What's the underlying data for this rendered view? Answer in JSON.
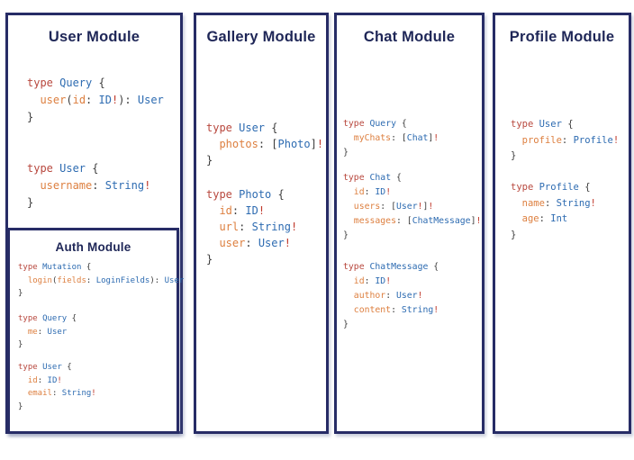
{
  "colors": {
    "panel_border": "#272c66",
    "title_text": "#1e2657",
    "background": "#ffffff",
    "keyword": "#b8483e",
    "type_name": "#2d6bb1",
    "field": "#dd7f3f",
    "punctuation": "#3d3d3d",
    "bang": "#c0392b"
  },
  "modules": [
    {
      "id": "user",
      "title": "User Module",
      "blocks": [
        [
          [
            [
              "type ",
              "k"
            ],
            [
              "Query ",
              "t"
            ],
            [
              "{",
              "p"
            ]
          ],
          [
            [
              "  ",
              "p"
            ],
            [
              "user",
              "f"
            ],
            [
              "(",
              "p"
            ],
            [
              "id",
              "f"
            ],
            [
              ": ",
              "p"
            ],
            [
              "ID",
              "t"
            ],
            [
              "!",
              "b"
            ],
            [
              "): ",
              "p"
            ],
            [
              "User",
              "t"
            ]
          ],
          [
            [
              "}",
              "p"
            ]
          ]
        ],
        [
          [
            [
              "type ",
              "k"
            ],
            [
              "User ",
              "t"
            ],
            [
              "{",
              "p"
            ]
          ],
          [
            [
              "  ",
              "p"
            ],
            [
              "username",
              "f"
            ],
            [
              ": ",
              "p"
            ],
            [
              "String",
              "t"
            ],
            [
              "!",
              "b"
            ]
          ],
          [
            [
              "}",
              "p"
            ]
          ]
        ]
      ]
    },
    {
      "id": "auth",
      "title": "Auth Module",
      "blocks": [
        [
          [
            [
              "type ",
              "k"
            ],
            [
              "Mutation ",
              "t"
            ],
            [
              "{",
              "p"
            ]
          ],
          [
            [
              "  ",
              "p"
            ],
            [
              "login",
              "f"
            ],
            [
              "(",
              "p"
            ],
            [
              "fields",
              "f"
            ],
            [
              ": ",
              "p"
            ],
            [
              "LoginFields",
              "t"
            ],
            [
              "): ",
              "p"
            ],
            [
              "User",
              "t"
            ]
          ],
          [
            [
              "}",
              "p"
            ]
          ]
        ],
        [
          [
            [
              "type ",
              "k"
            ],
            [
              "Query ",
              "t"
            ],
            [
              "{",
              "p"
            ]
          ],
          [
            [
              "  ",
              "p"
            ],
            [
              "me",
              "f"
            ],
            [
              ": ",
              "p"
            ],
            [
              "User",
              "t"
            ]
          ],
          [
            [
              "}",
              "p"
            ]
          ]
        ],
        [
          [
            [
              "type ",
              "k"
            ],
            [
              "User ",
              "t"
            ],
            [
              "{",
              "p"
            ]
          ],
          [
            [
              "  ",
              "p"
            ],
            [
              "id",
              "f"
            ],
            [
              ": ",
              "p"
            ],
            [
              "ID",
              "t"
            ],
            [
              "!",
              "b"
            ]
          ],
          [
            [
              "  ",
              "p"
            ],
            [
              "email",
              "f"
            ],
            [
              ": ",
              "p"
            ],
            [
              "String",
              "t"
            ],
            [
              "!",
              "b"
            ]
          ],
          [
            [
              "}",
              "p"
            ]
          ]
        ]
      ]
    },
    {
      "id": "gallery",
      "title": "Gallery Module",
      "blocks": [
        [
          [
            [
              "type ",
              "k"
            ],
            [
              "User ",
              "t"
            ],
            [
              "{",
              "p"
            ]
          ],
          [
            [
              "  ",
              "p"
            ],
            [
              "photos",
              "f"
            ],
            [
              ": ",
              "p"
            ],
            [
              "[",
              "p"
            ],
            [
              "Photo",
              "t"
            ],
            [
              "]",
              "p"
            ],
            [
              "!",
              "b"
            ]
          ],
          [
            [
              "}",
              "p"
            ]
          ]
        ],
        [
          [
            [
              "type ",
              "k"
            ],
            [
              "Photo ",
              "t"
            ],
            [
              "{",
              "p"
            ]
          ],
          [
            [
              "  ",
              "p"
            ],
            [
              "id",
              "f"
            ],
            [
              ": ",
              "p"
            ],
            [
              "ID",
              "t"
            ],
            [
              "!",
              "b"
            ]
          ],
          [
            [
              "  ",
              "p"
            ],
            [
              "url",
              "f"
            ],
            [
              ": ",
              "p"
            ],
            [
              "String",
              "t"
            ],
            [
              "!",
              "b"
            ]
          ],
          [
            [
              "  ",
              "p"
            ],
            [
              "user",
              "f"
            ],
            [
              ": ",
              "p"
            ],
            [
              "User",
              "t"
            ],
            [
              "!",
              "b"
            ]
          ],
          [
            [
              "}",
              "p"
            ]
          ]
        ]
      ]
    },
    {
      "id": "chat",
      "title": "Chat Module",
      "blocks": [
        [
          [
            [
              "type ",
              "k"
            ],
            [
              "Query ",
              "t"
            ],
            [
              "{",
              "p"
            ]
          ],
          [
            [
              "  ",
              "p"
            ],
            [
              "myChats",
              "f"
            ],
            [
              ": ",
              "p"
            ],
            [
              "[",
              "p"
            ],
            [
              "Chat",
              "t"
            ],
            [
              "]",
              "p"
            ],
            [
              "!",
              "b"
            ]
          ],
          [
            [
              "}",
              "p"
            ]
          ]
        ],
        [
          [
            [
              "type ",
              "k"
            ],
            [
              "Chat ",
              "t"
            ],
            [
              "{",
              "p"
            ]
          ],
          [
            [
              "  ",
              "p"
            ],
            [
              "id",
              "f"
            ],
            [
              ": ",
              "p"
            ],
            [
              "ID",
              "t"
            ],
            [
              "!",
              "b"
            ]
          ],
          [
            [
              "  ",
              "p"
            ],
            [
              "users",
              "f"
            ],
            [
              ": ",
              "p"
            ],
            [
              "[",
              "p"
            ],
            [
              "User",
              "t"
            ],
            [
              "!",
              "b"
            ],
            [
              "]",
              "p"
            ],
            [
              "!",
              "b"
            ]
          ],
          [
            [
              "  ",
              "p"
            ],
            [
              "messages",
              "f"
            ],
            [
              ": ",
              "p"
            ],
            [
              "[",
              "p"
            ],
            [
              "ChatMessage",
              "t"
            ],
            [
              "]",
              "p"
            ],
            [
              "!",
              "b"
            ]
          ],
          [
            [
              "}",
              "p"
            ]
          ]
        ],
        [
          [
            [
              "type ",
              "k"
            ],
            [
              "ChatMessage ",
              "t"
            ],
            [
              "{",
              "p"
            ]
          ],
          [
            [
              "  ",
              "p"
            ],
            [
              "id",
              "f"
            ],
            [
              ": ",
              "p"
            ],
            [
              "ID",
              "t"
            ],
            [
              "!",
              "b"
            ]
          ],
          [
            [
              "  ",
              "p"
            ],
            [
              "author",
              "f"
            ],
            [
              ": ",
              "p"
            ],
            [
              "User",
              "t"
            ],
            [
              "!",
              "b"
            ]
          ],
          [
            [
              "  ",
              "p"
            ],
            [
              "content",
              "f"
            ],
            [
              ": ",
              "p"
            ],
            [
              "String",
              "t"
            ],
            [
              "!",
              "b"
            ]
          ],
          [
            [
              "}",
              "p"
            ]
          ]
        ]
      ]
    },
    {
      "id": "profile",
      "title": "Profile Module",
      "blocks": [
        [
          [
            [
              "type ",
              "k"
            ],
            [
              "User ",
              "t"
            ],
            [
              "{",
              "p"
            ]
          ],
          [
            [
              "  ",
              "p"
            ],
            [
              "profile",
              "f"
            ],
            [
              ": ",
              "p"
            ],
            [
              "Profile",
              "t"
            ],
            [
              "!",
              "b"
            ]
          ],
          [
            [
              "}",
              "p"
            ]
          ]
        ],
        [
          [
            [
              "type ",
              "k"
            ],
            [
              "Profile ",
              "t"
            ],
            [
              "{",
              "p"
            ]
          ],
          [
            [
              "  ",
              "p"
            ],
            [
              "name",
              "f"
            ],
            [
              ": ",
              "p"
            ],
            [
              "String",
              "t"
            ],
            [
              "!",
              "b"
            ]
          ],
          [
            [
              "  ",
              "p"
            ],
            [
              "age",
              "f"
            ],
            [
              ": ",
              "p"
            ],
            [
              "Int",
              "t"
            ]
          ],
          [
            [
              "}",
              "p"
            ]
          ]
        ]
      ]
    }
  ]
}
